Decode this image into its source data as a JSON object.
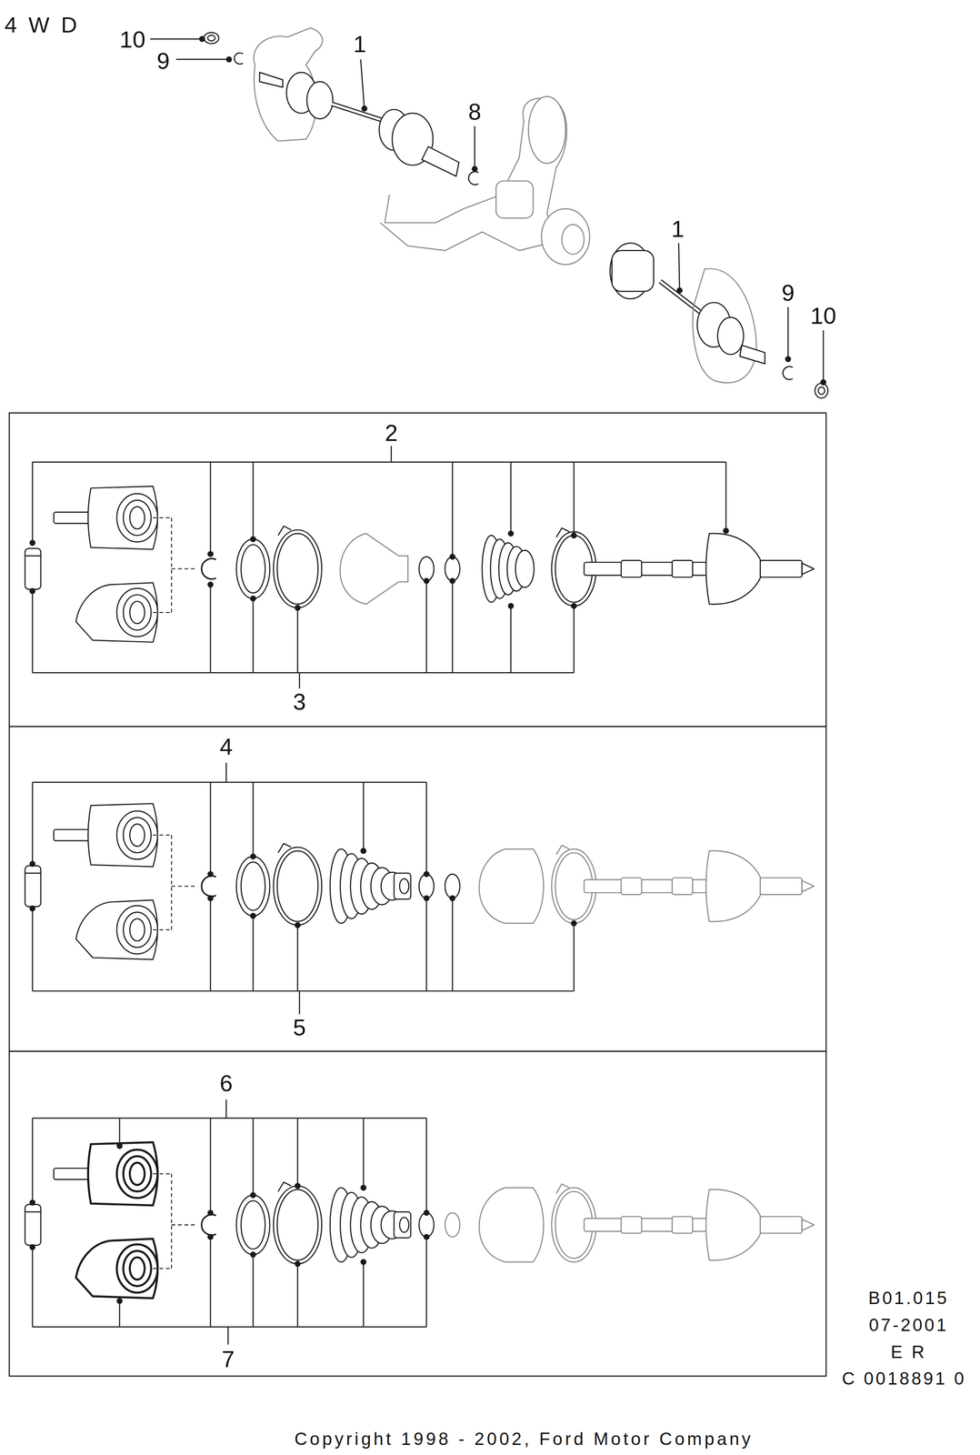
{
  "diagram": {
    "labels": [
      "4 W D",
      "10",
      "9",
      "1",
      "8",
      "1",
      "9",
      "10",
      "2",
      "3",
      "4",
      "5",
      "6",
      "7",
      "B01.015",
      "07-2001",
      "E R",
      "C 0018891 0",
      "Copyright 1998 - 2002, Ford Motor Company"
    ]
  }
}
